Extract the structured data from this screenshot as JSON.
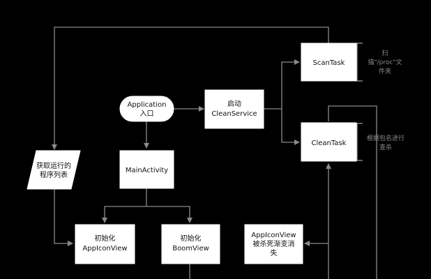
{
  "nodes": {
    "application_entry": [
      "Application",
      "入口"
    ],
    "start_clean_service": [
      "启动",
      "CleanService"
    ],
    "main_activity": [
      "MainActivity"
    ],
    "scan_task": [
      "ScanTask"
    ],
    "clean_task": [
      "CleanTask"
    ],
    "get_process_list": [
      "获取运行的",
      "程序列表"
    ],
    "init_appiconview": [
      "初始化",
      "AppIconView"
    ],
    "init_boomview": [
      "初始化",
      "BoomView"
    ],
    "appiconview_killed": [
      "AppIconView",
      "被杀死渐变消",
      "失"
    ]
  },
  "notes": {
    "scan_note": [
      "扫",
      "描\"/proc\"文",
      "件夹"
    ],
    "clean_note": [
      "根据包名进行",
      "查杀"
    ]
  },
  "colors": {
    "background": "#000000",
    "node_fill": "#ffffff",
    "node_text": "#111111",
    "edge": "#8a8a8a",
    "note_text": "#8c8c8c"
  }
}
